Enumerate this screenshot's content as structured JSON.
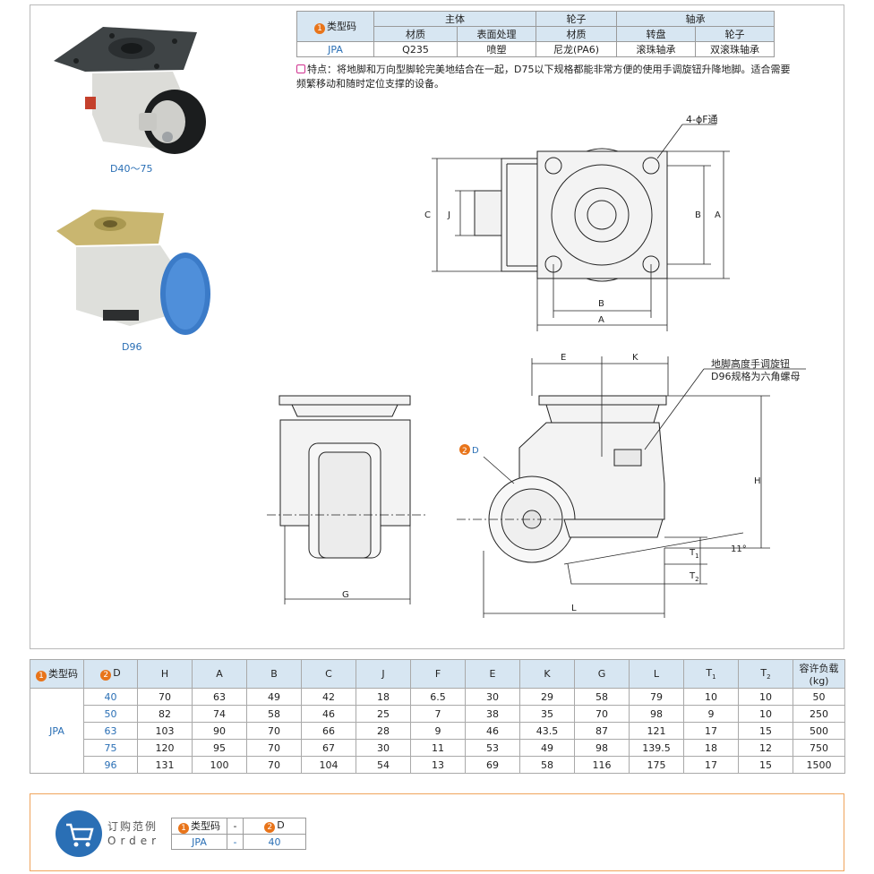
{
  "photos": {
    "caption_small": "D40～75",
    "caption_large": "D96"
  },
  "material_table": {
    "type_code_label": "类型码",
    "body_header": "主体",
    "wheel_header": "轮子",
    "bearing_header": "轴承",
    "material_label": "材质",
    "surface_label": "表面处理",
    "wheel_material_label": "材质",
    "swivel_label": "转盘",
    "wheel_bearing_label": "轮子",
    "code": "JPA",
    "body_material": "Q235",
    "surface": "喷塑",
    "wheel_material": "尼龙(PA6)",
    "swivel_bearing": "滚珠轴承",
    "wheel_bearing": "双滚珠轴承"
  },
  "feature": {
    "text": "特点：将地脚和万向型脚轮完美地结合在一起，D75以下规格都能非常方便的使用手调旋钮升降地脚。适合需要频繁移动和随时定位支撑的设备。"
  },
  "drawing_labels": {
    "hole_note": "4-ϕF通",
    "C": "C",
    "J": "J",
    "B": "B",
    "A": "A",
    "B_bottom": "B",
    "A_bottom": "A",
    "E": "E",
    "K": "K",
    "H": "H",
    "G": "G",
    "L": "L",
    "T1": "T",
    "T1_sub": "1",
    "T2": "T",
    "T2_sub": "2",
    "angle": "11°",
    "D_callout": "D",
    "knob_note_1": "地脚高度手调旋钮",
    "knob_note_2": "D96规格为六角螺母"
  },
  "spec_table": {
    "headers": [
      "类型码",
      "D",
      "H",
      "A",
      "B",
      "C",
      "J",
      "F",
      "E",
      "K",
      "G",
      "L",
      "T1",
      "T2",
      "容许负载(kg)"
    ],
    "header_display": {
      "type_code": "类型码",
      "D": "D",
      "H": "H",
      "A": "A",
      "B": "B",
      "C": "C",
      "J": "J",
      "F": "F",
      "E": "E",
      "K": "K",
      "G": "G",
      "L": "L",
      "T1": "T",
      "T1_sub": "1",
      "T2": "T",
      "T2_sub": "2",
      "load_1": "容许负载",
      "load_2": "(kg)"
    },
    "code": "JPA",
    "rows": [
      {
        "D": "40",
        "H": "70",
        "A": "63",
        "B": "49",
        "C": "42",
        "J": "18",
        "F": "6.5",
        "E": "30",
        "K": "29",
        "G": "58",
        "L": "79",
        "T1": "10",
        "T2": "10",
        "load": "50"
      },
      {
        "D": "50",
        "H": "82",
        "A": "74",
        "B": "58",
        "C": "46",
        "J": "25",
        "F": "7",
        "E": "38",
        "K": "35",
        "G": "70",
        "L": "98",
        "T1": "9",
        "T2": "10",
        "load": "250"
      },
      {
        "D": "63",
        "H": "103",
        "A": "90",
        "B": "70",
        "C": "66",
        "J": "28",
        "F": "9",
        "E": "46",
        "K": "43.5",
        "G": "87",
        "L": "121",
        "T1": "17",
        "T2": "15",
        "load": "500"
      },
      {
        "D": "75",
        "H": "120",
        "A": "95",
        "B": "70",
        "C": "67",
        "J": "30",
        "F": "11",
        "E": "53",
        "K": "49",
        "G": "98",
        "L": "139.5",
        "T1": "18",
        "T2": "12",
        "load": "750"
      },
      {
        "D": "96",
        "H": "131",
        "A": "100",
        "B": "70",
        "C": "104",
        "J": "54",
        "F": "13",
        "E": "69",
        "K": "58",
        "G": "116",
        "L": "175",
        "T1": "17",
        "T2": "15",
        "load": "1500"
      }
    ]
  },
  "order": {
    "title": "订购范例",
    "subtitle": "Order",
    "type_code_label": "类型码",
    "sep": "-",
    "D_label": "D",
    "code_value": "JPA",
    "D_value": "40"
  },
  "badges": {
    "one": "1",
    "two": "2"
  },
  "colors": {
    "accent_blue": "#2a6fb5",
    "header_bg": "#d7e6f2",
    "badge_orange": "#e8741a",
    "order_border": "#f0a45c"
  }
}
